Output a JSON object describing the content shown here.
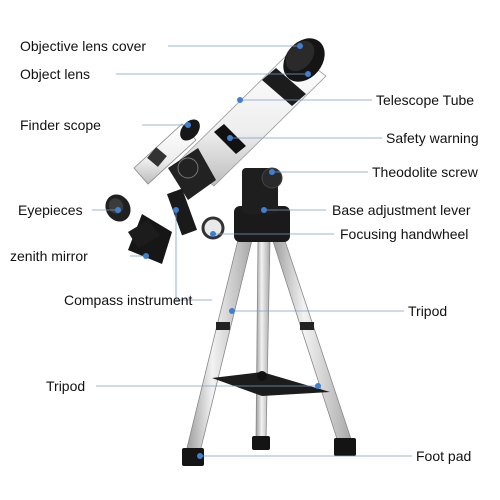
{
  "labels": {
    "objective_lens_cover": "Objective lens cover",
    "object_lens": "Object lens",
    "finder_scope": "Finder scope",
    "eyepieces": "Eyepieces",
    "zenith_mirror": "zenith mirror",
    "compass_instrument": "Compass instrument",
    "tripod_left": "Tripod",
    "telescope_tube": "Telescope Tube",
    "safety_warning": "Safety warning",
    "theodolite_screw": "Theodolite screw",
    "base_adjustment_lever": "Base adjustment lever",
    "focusing_handwheel": "Focusing handwheel",
    "tripod_right": "Tripod",
    "foot_pad": "Foot pad"
  },
  "colors": {
    "leader_line": "#7a9cc6",
    "marker_dot": "#3f7fd0",
    "tube_white": "#f4f4f4",
    "metal_black": "#1a1a1a",
    "leg_silver": "#dcdcdc"
  }
}
